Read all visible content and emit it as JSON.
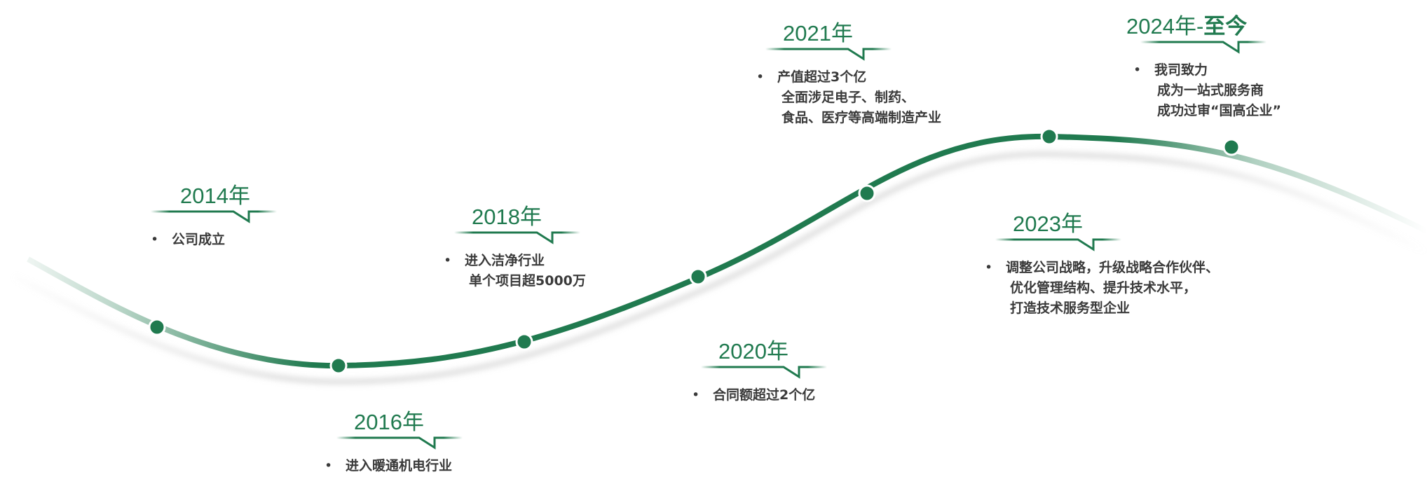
{
  "colors": {
    "accent": "#207a4f",
    "text": "#3a3a3a"
  },
  "milestones": [
    {
      "year": "2014年",
      "suffix": "",
      "lines": [
        "公司成立"
      ]
    },
    {
      "year": "2016年",
      "suffix": "",
      "lines": [
        "进入暖通机电行业"
      ]
    },
    {
      "year": "2018年",
      "suffix": "",
      "lines": [
        "进入洁净行业",
        "单个项目超5000万"
      ]
    },
    {
      "year": "2020年",
      "suffix": "",
      "lines": [
        "合同额超过2个亿"
      ]
    },
    {
      "year": "2021年",
      "suffix": "",
      "lines": [
        "产值超过3个亿",
        "全面涉足电子、制药、",
        "食品、医疗等高端制造产业"
      ]
    },
    {
      "year": "2023年",
      "suffix": "",
      "lines": [
        "调整公司战略，升级战略合作伙伴、",
        "优化管理结构、提升技术水平，",
        "打造技术服务型企业"
      ]
    },
    {
      "year": "2024年-",
      "suffix": "至今",
      "lines": [
        "我司致力",
        "成为一站式服务商",
        "成功过审“国高企业”"
      ]
    }
  ],
  "bullet": "•"
}
